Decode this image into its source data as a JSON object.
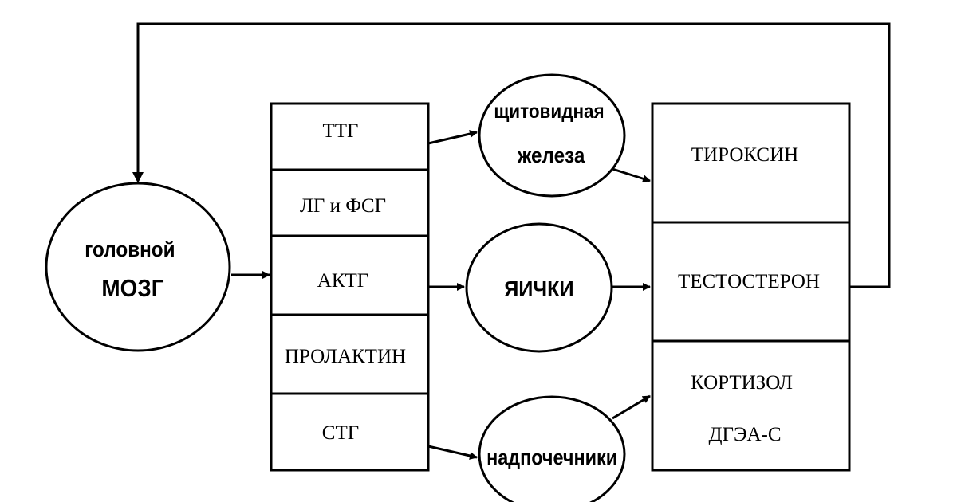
{
  "brain": {
    "line1": "головной",
    "line2": "МОЗГ"
  },
  "pituitary_hormones": [
    "ТТГ",
    "ЛГ и ФСГ",
    "АКТГ",
    "ПРОЛАКТИН",
    "СТГ"
  ],
  "glands": {
    "thyroid_line1": "щитовидная",
    "thyroid_line2": "железа",
    "testes": "ЯИЧКИ",
    "adrenals": "надпочечники"
  },
  "target_hormones": {
    "thyroxine": "ТИРОКСИН",
    "testosterone": "ТЕСТОСТЕРОН",
    "cortisol": "КОРТИЗОЛ",
    "dhea_s": "ДГЭА-С"
  },
  "colors": {
    "stroke": "#000000",
    "background": "#ffffff"
  }
}
